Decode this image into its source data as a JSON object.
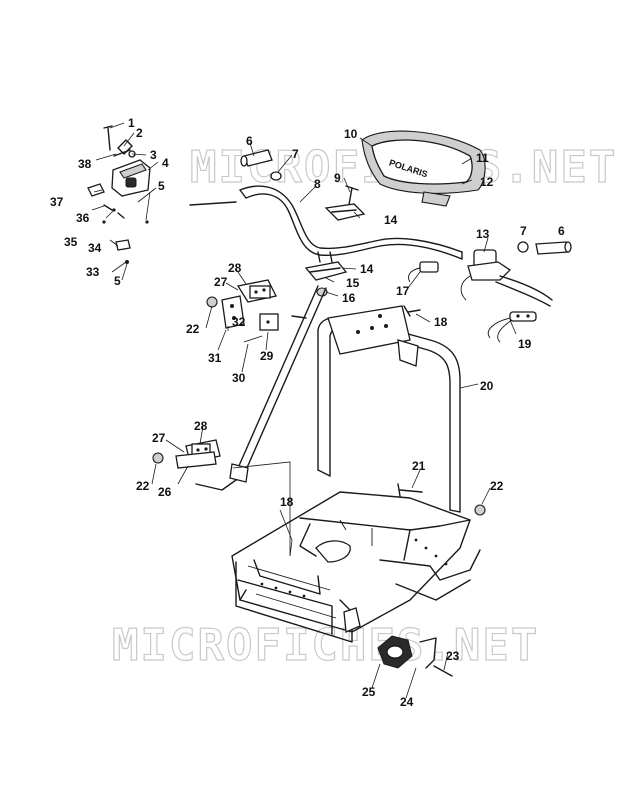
{
  "watermarks": [
    "MICROFICHES.NET",
    "MICROFICHES.NET"
  ],
  "brand_text": "POLARIS",
  "callouts": [
    "1",
    "2",
    "3",
    "4",
    "5",
    "5",
    "6",
    "6",
    "7",
    "7",
    "8",
    "9",
    "10",
    "11",
    "12",
    "13",
    "14",
    "14",
    "15",
    "16",
    "17",
    "18",
    "18",
    "19",
    "20",
    "21",
    "22",
    "22",
    "22",
    "23",
    "24",
    "25",
    "26",
    "27",
    "27",
    "28",
    "28",
    "29",
    "30",
    "31",
    "32",
    "33",
    "34",
    "35",
    "36",
    "37",
    "38"
  ],
  "colors": {
    "line": "#1a1a1a",
    "watermark": "#c9c9c9",
    "background": "#ffffff"
  }
}
